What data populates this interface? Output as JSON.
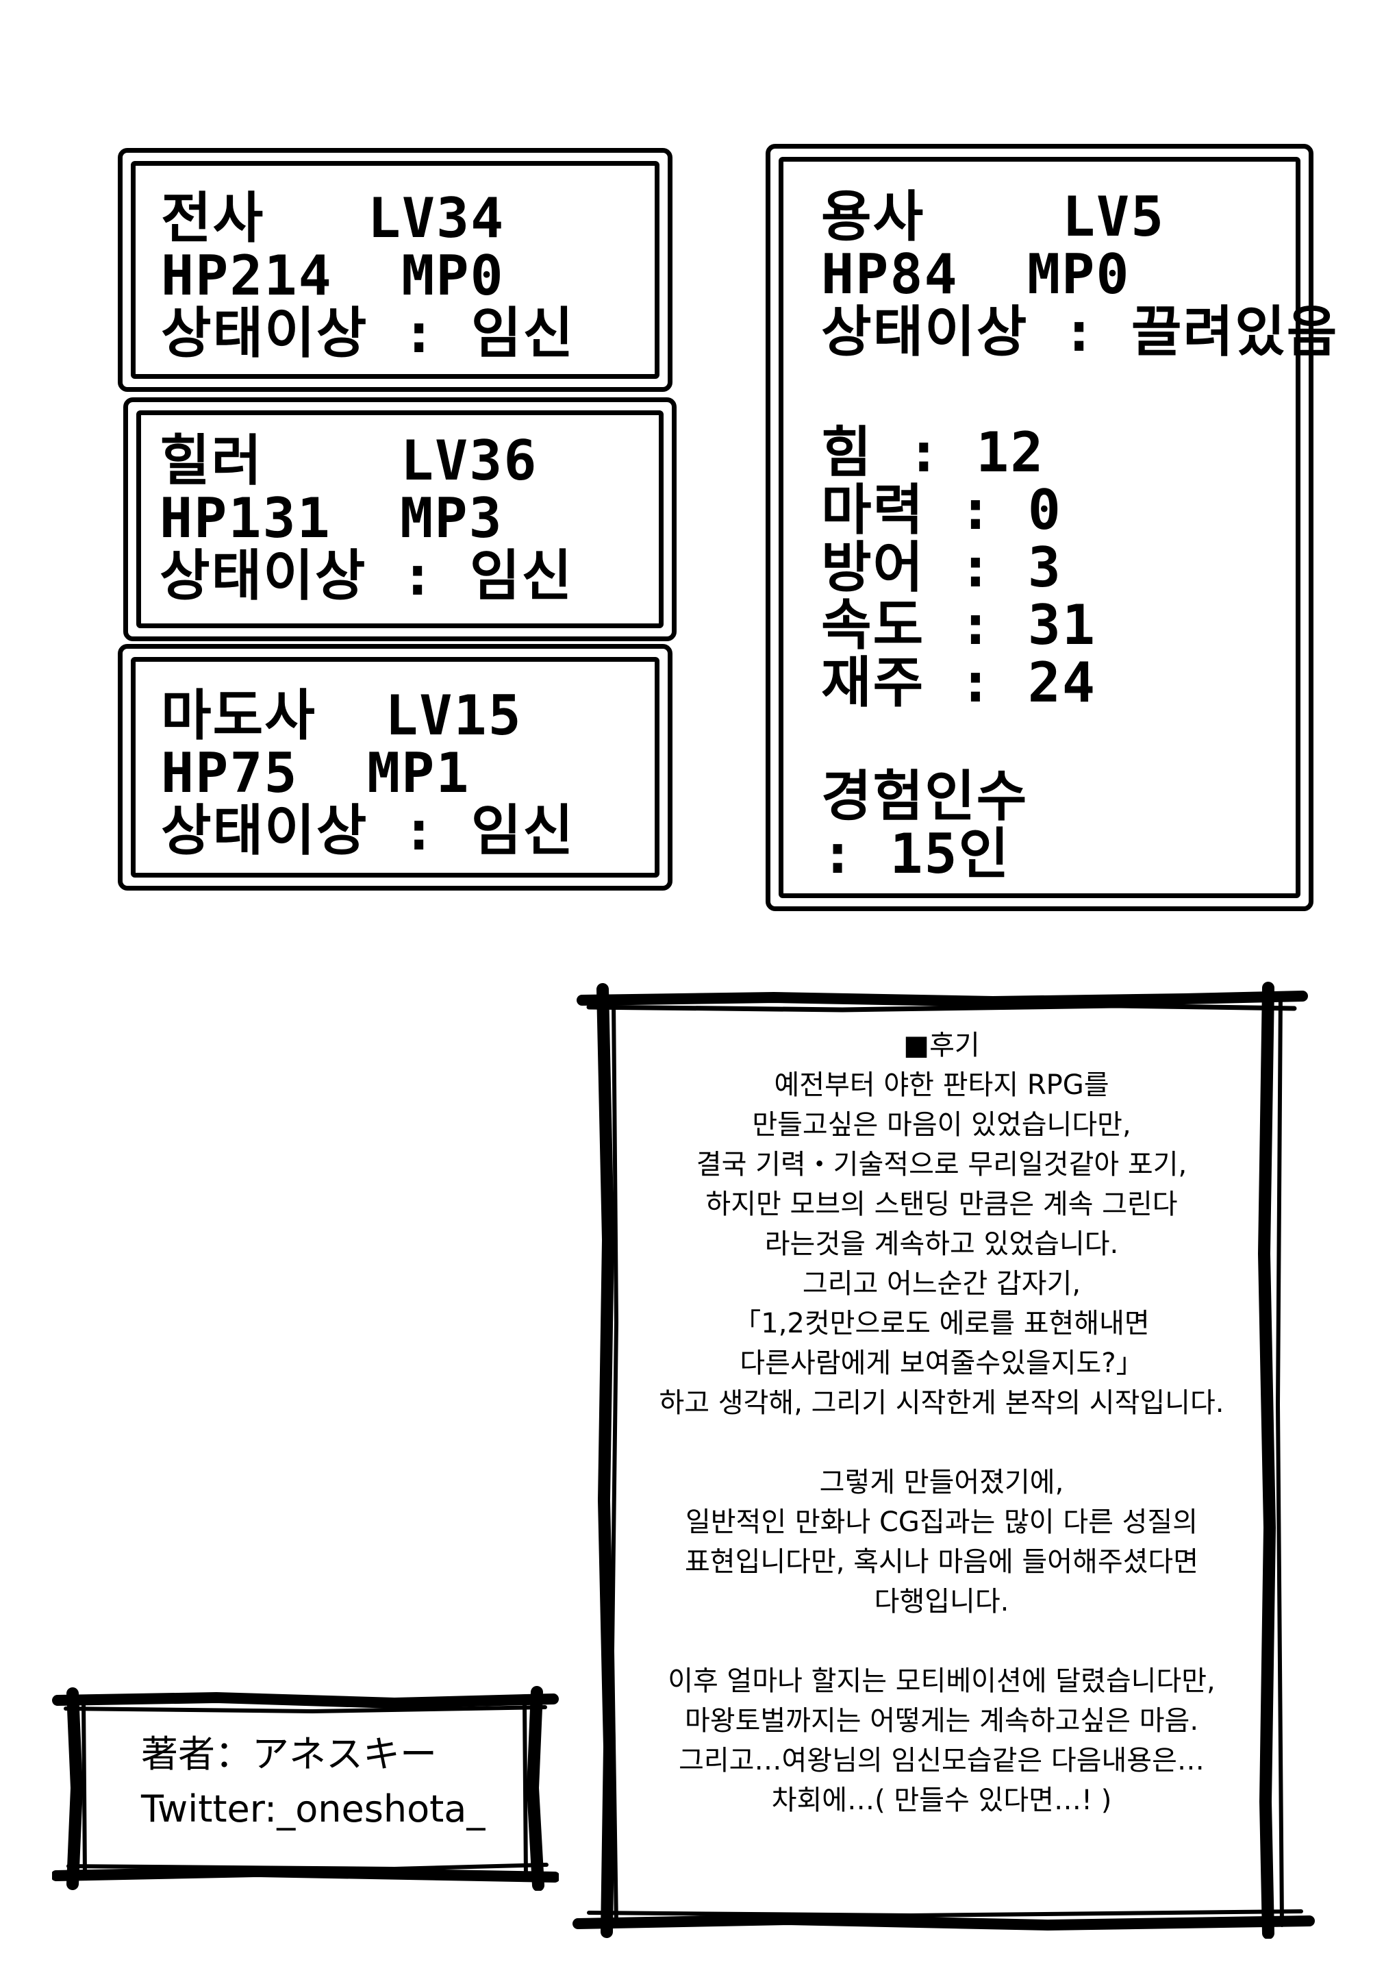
{
  "party": [
    {
      "name_line": "전사   LV34",
      "hp_line": "HP214  MP0",
      "status_line": "상태이상 : 임신"
    },
    {
      "name_line": "힐러    LV36",
      "hp_line": "HP131  MP3",
      "status_line": "상태이상 : 임신"
    },
    {
      "name_line": "마도사  LV15",
      "hp_line": "HP75  MP1",
      "status_line": "상태이상 : 임신"
    }
  ],
  "hero": {
    "name_line": "용사    LV5",
    "hp_line": "HP84  MP0",
    "status_line": "상태이상 : 끌려있음",
    "stats": [
      {
        "line": "힘 : 12"
      },
      {
        "line": "마력 : 0"
      },
      {
        "line": "방어 : 3"
      },
      {
        "line": "속도 : 31"
      },
      {
        "line": "재주 : 24"
      }
    ],
    "exp_label": "경험인수",
    "exp_value": ": 15인"
  },
  "afterword": {
    "lines": [
      "■후기",
      "예전부터 야한 판타지 RPG를",
      "만들고싶은 마음이 있었습니다만,",
      "결국 기력・기술적으로 무리일것같아 포기,",
      "하지만 모브의 스탠딩 만큼은 계속 그린다",
      "라는것을 계속하고 있었습니다.",
      "그리고 어느순간 갑자기,",
      "「1,2컷만으로도 에로를 표현해내면",
      "다른사람에게 보여줄수있을지도?」",
      "하고 생각해, 그리기 시작한게 본작의 시작입니다.",
      "",
      "그렇게 만들어졌기에,",
      "일반적인 만화나 CG집과는 많이 다른 성질의",
      "표현입니다만, 혹시나 마음에 들어해주셨다면",
      "다행입니다.",
      "",
      "이후 얼마나 할지는 모티베이션에 달렸습니다만,",
      "마왕토벌까지는 어떻게는 계속하고싶은 마음.",
      "그리고…여왕님의 임신모습같은 다음내용은…",
      "차회에…( 만들수 있다면…! )"
    ]
  },
  "credits": {
    "author_line": "著者：アネスキー",
    "twitter_line": "Twitter:_oneshota_"
  }
}
